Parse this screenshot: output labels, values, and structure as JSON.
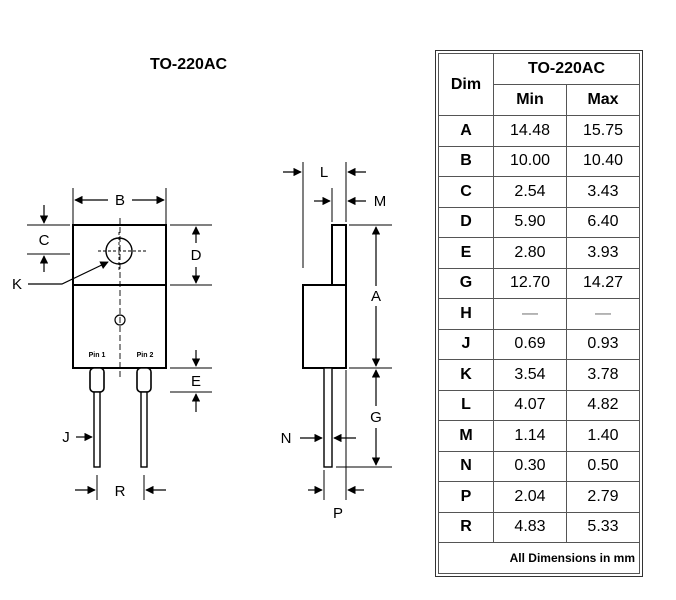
{
  "package": {
    "title": "TO-220AC"
  },
  "drawing": {
    "front_labels": [
      "B",
      "C",
      "D",
      "E",
      "K",
      "J",
      "R"
    ],
    "pin_labels": [
      "Pin 1",
      "Pin 2"
    ],
    "side_labels": [
      "L",
      "M",
      "A",
      "G",
      "N",
      "P"
    ]
  },
  "table": {
    "dim_header": "Dim",
    "package_header": "TO-220AC",
    "min_header": "Min",
    "max_header": "Max",
    "rows": [
      {
        "dim": "A",
        "min": "14.48",
        "max": "15.75"
      },
      {
        "dim": "B",
        "min": "10.00",
        "max": "10.40"
      },
      {
        "dim": "C",
        "min": "2.54",
        "max": "3.43"
      },
      {
        "dim": "D",
        "min": "5.90",
        "max": "6.40"
      },
      {
        "dim": "E",
        "min": "2.80",
        "max": "3.93"
      },
      {
        "dim": "G",
        "min": "12.70",
        "max": "14.27"
      },
      {
        "dim": "H",
        "min": "—",
        "max": "—"
      },
      {
        "dim": "J",
        "min": "0.69",
        "max": "0.93"
      },
      {
        "dim": "K",
        "min": "3.54",
        "max": "3.78"
      },
      {
        "dim": "L",
        "min": "4.07",
        "max": "4.82"
      },
      {
        "dim": "M",
        "min": "1.14",
        "max": "1.40"
      },
      {
        "dim": "N",
        "min": "0.30",
        "max": "0.50"
      },
      {
        "dim": "P",
        "min": "2.04",
        "max": "2.79"
      },
      {
        "dim": "R",
        "min": "4.83",
        "max": "5.33"
      }
    ],
    "footer": "All Dimensions in mm"
  }
}
